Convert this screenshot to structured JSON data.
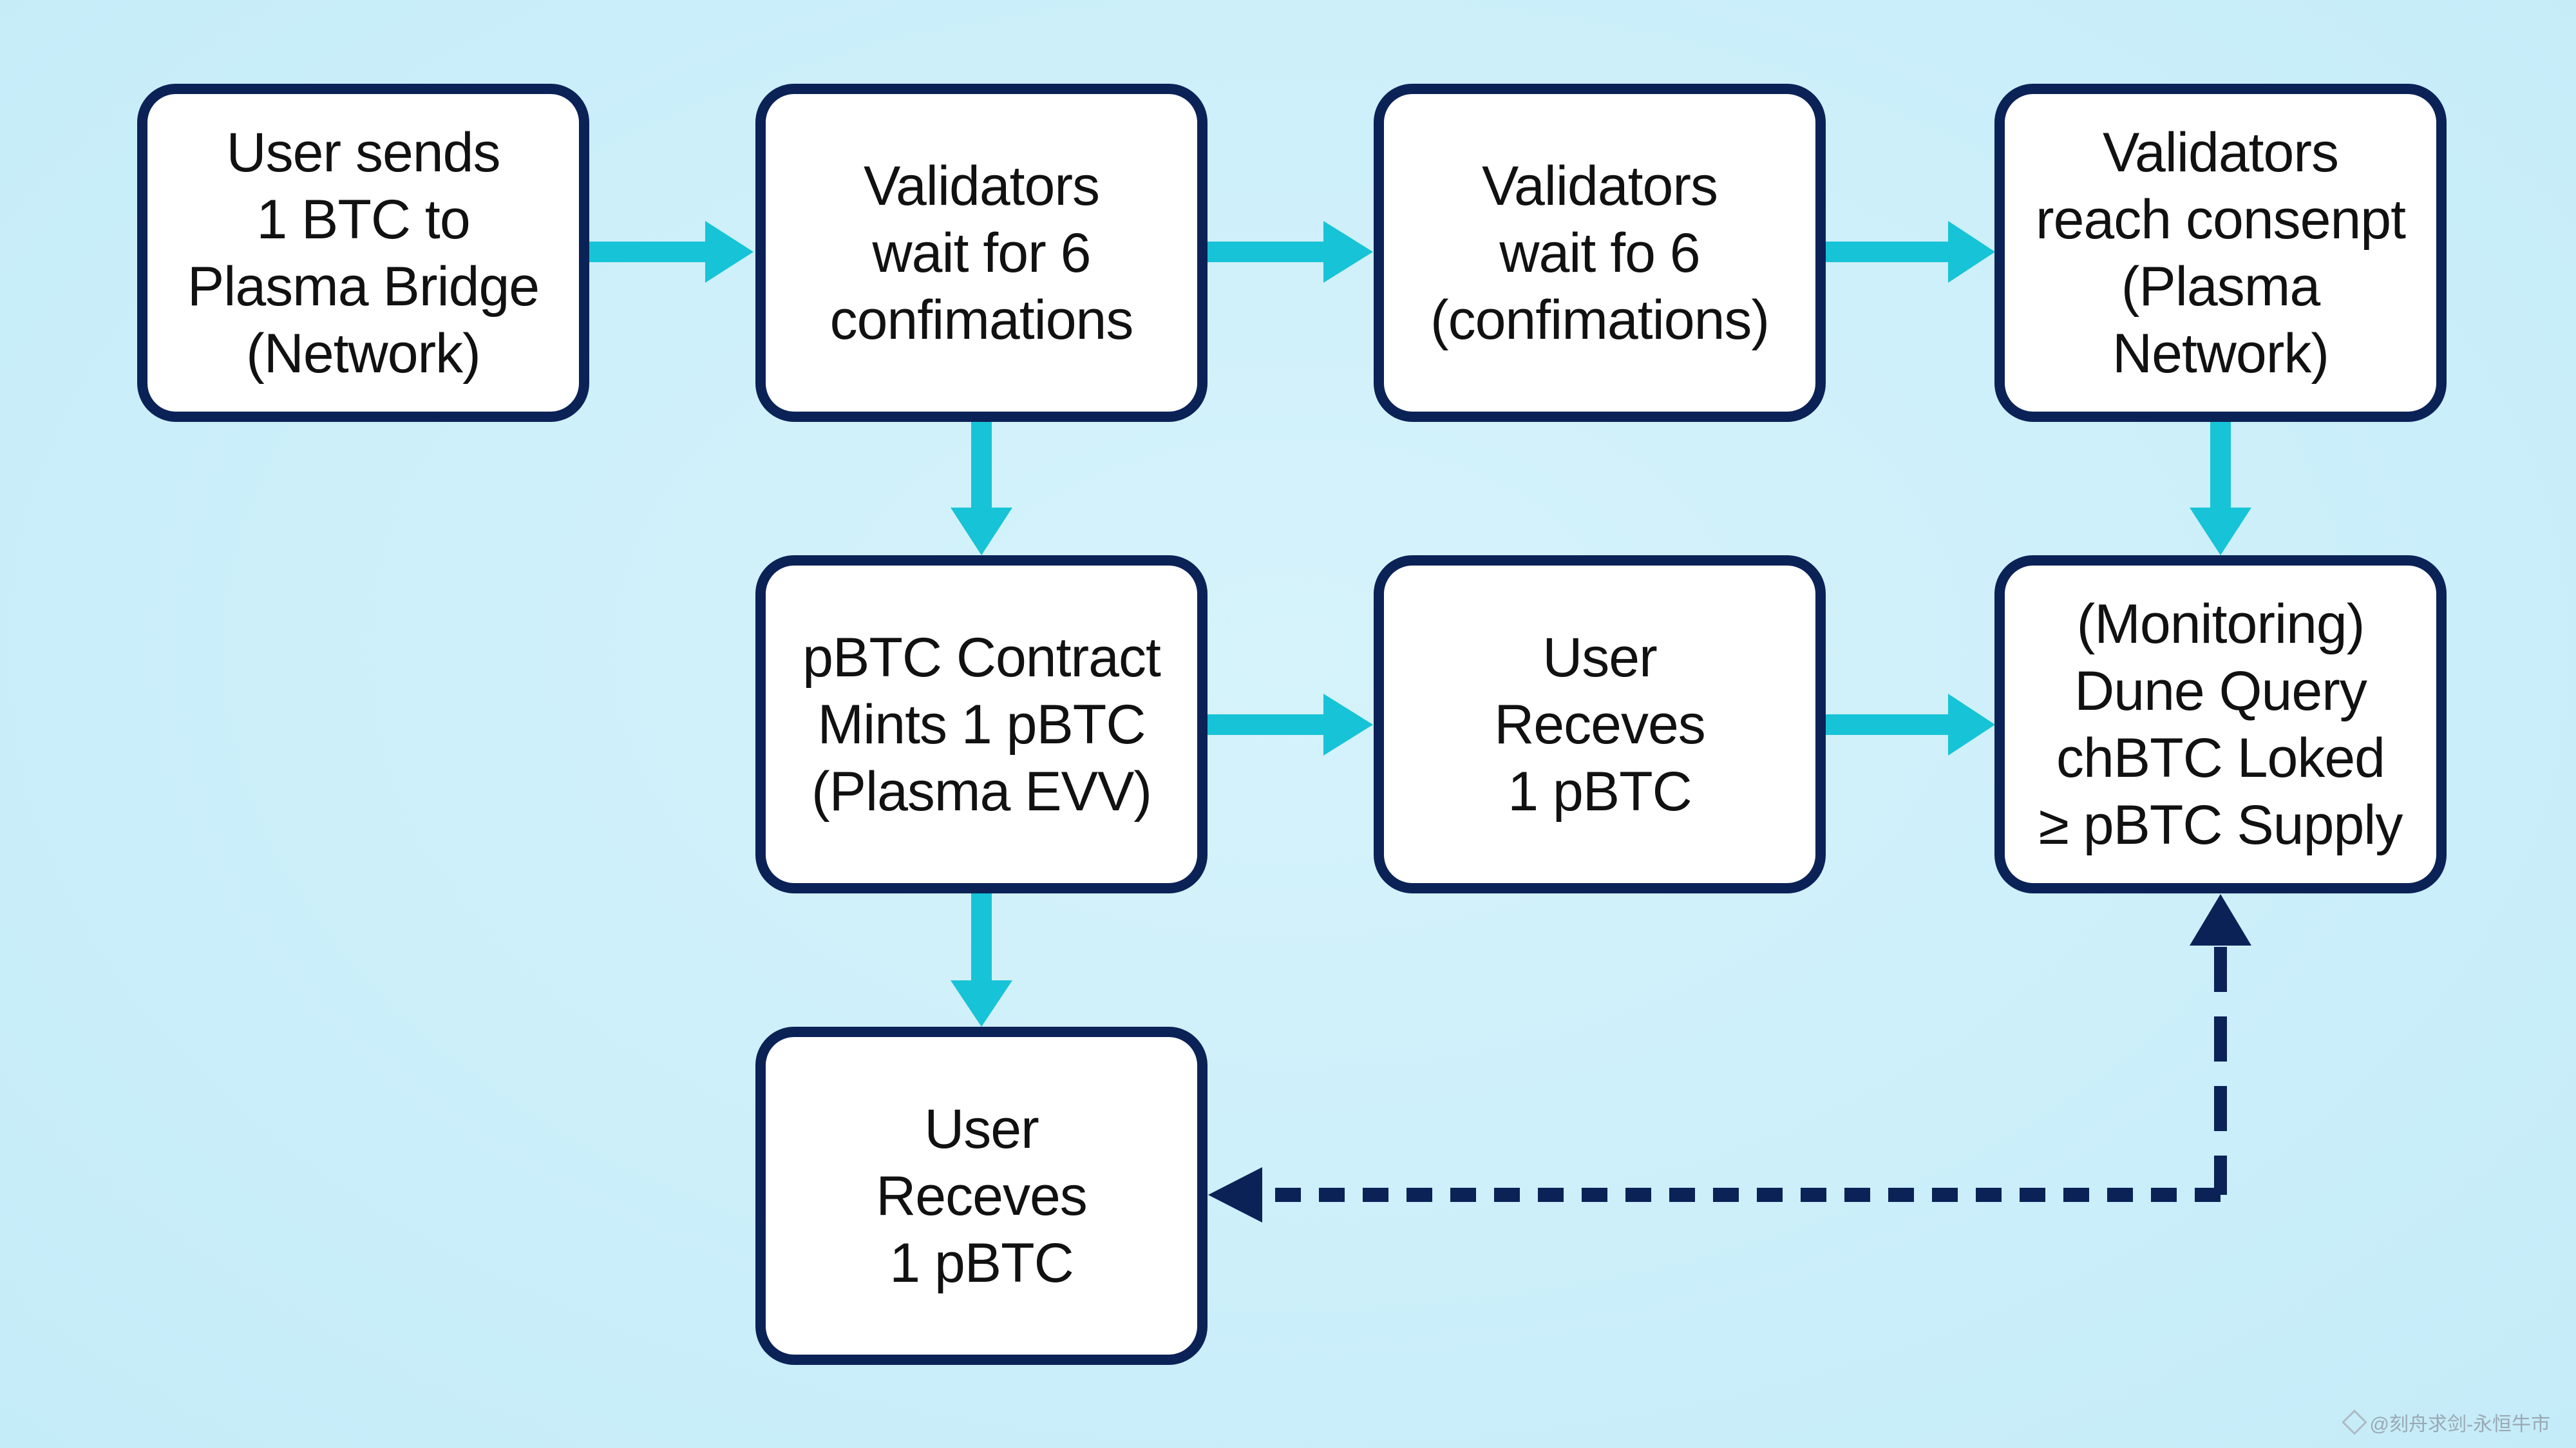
{
  "diagram": {
    "nodes": [
      {
        "id": "n1",
        "label": "User sends\n1 BTC to\nPlasma Bridge\n(Network)"
      },
      {
        "id": "n2",
        "label": "Validators\nwait for 6\nconfimations"
      },
      {
        "id": "n3",
        "label": "Validators\nwait fo 6\n(confimations)"
      },
      {
        "id": "n4",
        "label": "Validators\nreach consenpt\n(Plasma\nNetwork)"
      },
      {
        "id": "n5",
        "label": "pBTC Contract\nMints 1 pBTC\n(Plasma EVV)"
      },
      {
        "id": "n6",
        "label": "User\nReceves\n1 pBTC"
      },
      {
        "id": "n7",
        "label": "(Monitoring)\nDune Query\nchBTC Loked\n≥ pBTC Supply"
      },
      {
        "id": "n8",
        "label": "User\nReceves\n1 pBTC"
      }
    ],
    "edges": [
      {
        "from": "n1",
        "to": "n2",
        "style": "solid"
      },
      {
        "from": "n2",
        "to": "n3",
        "style": "solid"
      },
      {
        "from": "n3",
        "to": "n4",
        "style": "solid"
      },
      {
        "from": "n2",
        "to": "n5",
        "style": "solid"
      },
      {
        "from": "n4",
        "to": "n7",
        "style": "solid"
      },
      {
        "from": "n5",
        "to": "n6",
        "style": "solid"
      },
      {
        "from": "n6",
        "to": "n7",
        "style": "solid"
      },
      {
        "from": "n5",
        "to": "n8",
        "style": "solid"
      },
      {
        "from": "n7",
        "to": "n8",
        "style": "dashed",
        "bidirectional": true
      }
    ],
    "colors": {
      "background": "#cdf1fb",
      "box_border": "#0b2257",
      "box_fill": "#ffffff",
      "solid_arrow": "#17c3d6",
      "dashed_arrow": "#0b2257"
    }
  },
  "watermark": {
    "text": "@刻舟求剑-永恒牛市",
    "icon": "binance-logo-icon"
  }
}
